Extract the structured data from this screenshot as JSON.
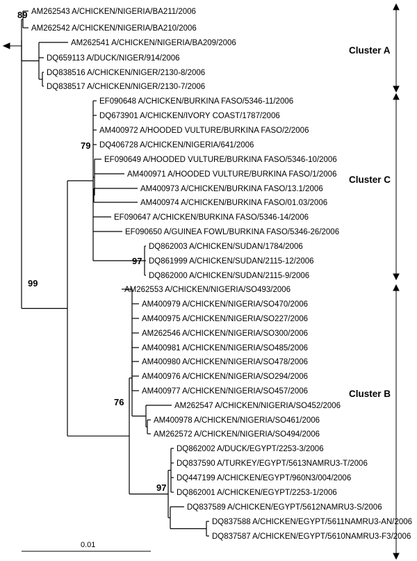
{
  "tree": {
    "leaves": [
      "AM262543 A/CHICKEN/NIGERIA/BA211/2006",
      "AM262542 A/CHICKEN/NIGERIA/BA210/2006",
      "AM262541 A/CHICKEN/NIGERIA/BA209/2006",
      "DQ659113 A/DUCK/NIGER/914/2006",
      "DQ838516 A/CHICKEN/NIGER/2130-8/2006",
      "DQ838517 A/CHICKEN/NIGER/2130-7/2006",
      "EF090648 A/CHICKEN/BURKINA FASO/5346-11/2006",
      "DQ673901 A/CHICKEN/IVORY COAST/1787/2006",
      "AM400972 A/HOODED VULTURE/BURKINA FASO/2/2006",
      "DQ406728 A/CHICKEN/NIGERIA/641/2006",
      "EF090649 A/HOODED VULTURE/BURKINA FASO/5346-10/2006",
      "AM400971 A/HOODED VULTURE/BURKINA FASO/1/2006",
      "AM400973 A/CHICKEN/BURKINA FASO/13.1/2006",
      "AM400974 A/CHICKEN/BURKINA FASO/01.03/2006",
      "EF090647 A/CHICKEN/BURKINA FASO/5346-14/2006",
      "EF090650 A/GUINEA FOWL/BURKINA FASO/5346-26/2006",
      "DQ862003 A/CHICKEN/SUDAN/1784/2006",
      "DQ861999 A/CHICKEN/SUDAN/2115-12/2006",
      "DQ862000 A/CHICKEN/SUDAN/2115-9/2006",
      "AM262553 A/CHICKEN/NIGERIA/SO493/2006",
      "AM400979 A/CHICKEN/NIGERIA/SO470/2006",
      "AM400975 A/CHICKEN/NIGERIA/SO227/2006",
      "AM262546 A/CHICKEN/NIGERIA/SO300/2006",
      "AM400981 A/CHICKEN/NIGERIA/SO485/2006",
      "AM400980 A/CHICKEN/NIGERIA/SO478/2006",
      "AM400976 A/CHICKEN/NIGERIA/SO294/2006",
      "AM400977 A/CHICKEN/NIGERIA/SO457/2006",
      "AM262547 A/CHICKEN/NIGERIA/SO452/2006",
      "AM400978 A/CHICKEN/NIGERIA/SO461/2006",
      "AM262572 A/CHICKEN/NIGERIA/SO494/2006",
      "DQ862002 A/DUCK/EGYPT/2253-3/2006",
      "DQ837590 A/TURKEY/EGYPT/5613NAMRU3-T/2006",
      "DQ447199 A/CHICKEN/EGYPT/960N3/004/2006",
      "DQ862001 A/CHICKEN/EGYPT/2253-1/2006",
      "DQ837589 A/CHICKEN/EGYPT/5612NAMRU3-S/2006",
      "DQ837588 A/CHICKEN/EGYPT/5611NAMRU3-AN/2006",
      "DQ837587 A/CHICKEN/EGYPT/5610NAMRU3-F3/2006"
    ],
    "bootstrap": {
      "top": "89",
      "clusterC": "79",
      "sudan": "97",
      "root": "99",
      "clusterB": "76",
      "egypt": "97"
    },
    "clusters": {
      "a": "Cluster A",
      "c": "Cluster C",
      "b": "Cluster B"
    },
    "scale_label": "0.01"
  }
}
